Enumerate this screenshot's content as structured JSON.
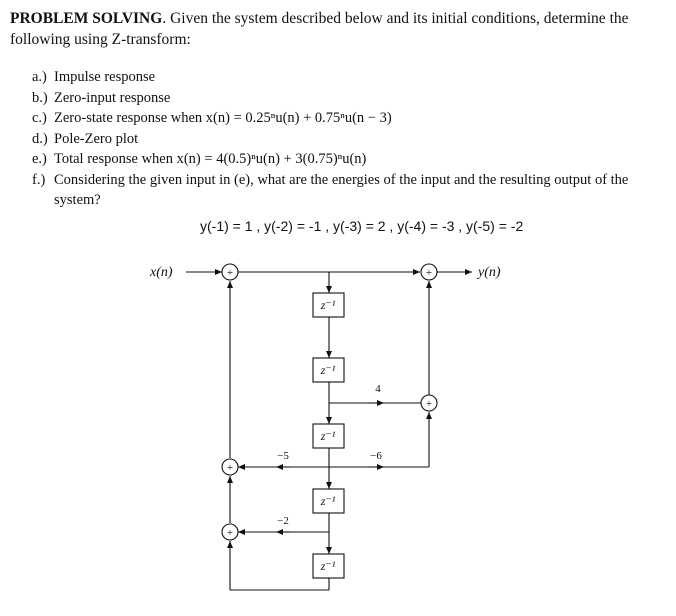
{
  "problem": {
    "title": "PROBLEM SOLVING",
    "intro": ". Given the system described below and its initial conditions, determine the following using Z-transform:"
  },
  "items": [
    {
      "label": "a.)",
      "text": "Impulse response"
    },
    {
      "label": "b.)",
      "text": "Zero-input response"
    },
    {
      "label": "c.)",
      "text": "Zero-state response when x(n) = 0.25ⁿu(n) + 0.75ⁿu(n − 3)"
    },
    {
      "label": "d.)",
      "text": "Pole-Zero plot"
    },
    {
      "label": "e.)",
      "text": "Total response when x(n) = 4(0.5)ⁿu(n) + 3(0.75)ⁿu(n)"
    },
    {
      "label": "f.)",
      "text": "Considering the given input in (e), what are the energies of the input and the resulting output of the system?"
    }
  ],
  "initial_conditions": "y(-1) = 1 , y(-2) = -1 , y(-3) = 2 , y(-4) = -3 , y(-5) = -2",
  "diagram": {
    "input_label": "x(n)",
    "output_label": "y(n)",
    "delay_label": "z⁻¹",
    "adder_symbol": "+",
    "gains": {
      "forward_tap": "4",
      "feedback_a": "−5",
      "forward_b": "−6",
      "feedback_c": "−2"
    }
  }
}
